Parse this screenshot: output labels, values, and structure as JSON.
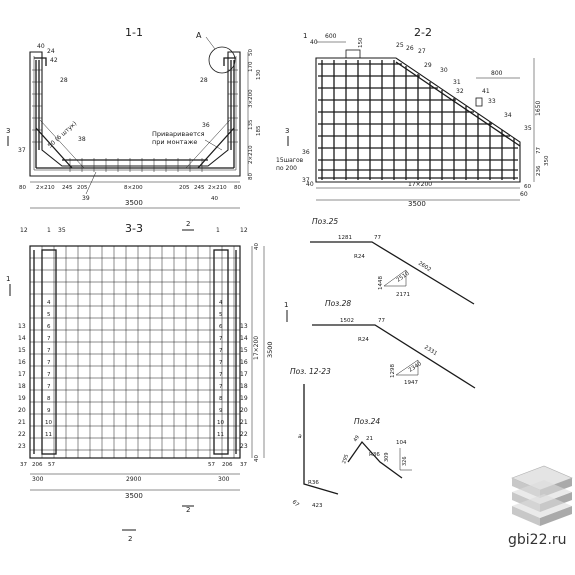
{
  "section11": {
    "title": "1-1",
    "callout": "А",
    "note_line1": "Приваривается",
    "note_line2": "при монтаже",
    "slope_label": "50 (6 штук)",
    "top_dims": [
      "40",
      "24",
      "42"
    ],
    "right_dims": [
      "50",
      "170",
      "130",
      "3×200",
      "135",
      "185",
      "2×210",
      "80"
    ],
    "positions": [
      "28",
      "28",
      "38",
      "36",
      "39"
    ],
    "bottom_dims": [
      "80",
      "2×210",
      "245",
      "205",
      "8×200",
      "205",
      "245",
      "2×210",
      "80"
    ],
    "bottom_40": "40",
    "side_37": "37",
    "total": "3500"
  },
  "section22": {
    "title": "2-2",
    "top_dims": [
      "600",
      "150",
      "800"
    ],
    "positions": [
      "25",
      "26",
      "27",
      "29",
      "30",
      "31",
      "32",
      "41",
      "33",
      "34",
      "35"
    ],
    "right_dims": [
      "1650",
      "77",
      "350",
      "236",
      "60"
    ],
    "left_dims": [
      "40"
    ],
    "bottom_dims": [
      "40",
      "17×200",
      "60"
    ],
    "steps_note_line1": "15шагов",
    "steps_note_line2": "по 200",
    "side_36": "36",
    "side_37": "37",
    "total": "3500"
  },
  "section33": {
    "title": "3-3",
    "top_left": [
      "12",
      "1",
      "35"
    ],
    "top_right": [
      "1",
      "12"
    ],
    "row_labels": [
      "13",
      "14",
      "15",
      "16",
      "17",
      "18",
      "19",
      "20",
      "21",
      "22",
      "23"
    ],
    "inner_left": [
      "4",
      "5",
      "6",
      "7",
      "7",
      "7",
      "7",
      "7",
      "8",
      "9",
      "10",
      "11"
    ],
    "inner_right": [
      "4",
      "5",
      "6",
      "7",
      "7",
      "7",
      "7",
      "7",
      "8",
      "9",
      "10",
      "11"
    ],
    "right_dims": [
      "40",
      "17×200",
      "3500",
      "40"
    ],
    "bottom_small": [
      "37",
      "206",
      "57",
      "57",
      "206",
      "37"
    ],
    "bottom_dims": [
      "300",
      "2900",
      "300"
    ],
    "total": "3500"
  },
  "section_marks": {
    "one": "1",
    "two": "2",
    "three": "3"
  },
  "poz25": {
    "title": "Поз.25",
    "labels": [
      "1281",
      "77",
      "R24",
      "2602",
      "1448",
      "2510",
      "2171"
    ]
  },
  "poz28": {
    "title": "Поз.28",
    "labels": [
      "1502",
      "77",
      "R24",
      "2331",
      "1298",
      "2340",
      "1947"
    ]
  },
  "poz1223": {
    "title": "Поз. 12-23",
    "labels": [
      "a",
      "R36",
      "67",
      "423"
    ]
  },
  "poz24": {
    "title": "Поз.24",
    "labels": [
      "49",
      "21",
      "295",
      "R36",
      "309",
      "104",
      "326"
    ]
  },
  "branding": {
    "site": "gbi22.ru"
  }
}
